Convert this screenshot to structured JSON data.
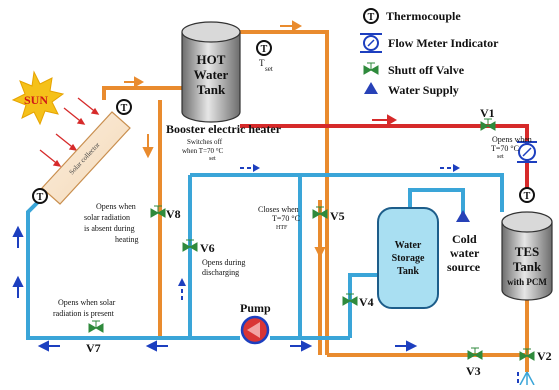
{
  "legend": {
    "thermocouple": "Thermocouple",
    "flow_meter": "Flow Meter Indicator",
    "shutoff_valve": "Shutt off Valve",
    "water_supply": "Water Supply",
    "thermocouple_symbol": "T"
  },
  "sun": {
    "label": "SUN"
  },
  "solar_collector": {
    "label": "Solar collector"
  },
  "hot_tank": {
    "line1": "HOT",
    "line2": "Water",
    "line3": "Tank",
    "t_set_main": "T",
    "t_set_sub": "set"
  },
  "booster": {
    "title": "Booster electric heater",
    "note1": "Switches off",
    "note2_pre": "when  T",
    "note2_post": "=70 °C",
    "note2_sub": "set"
  },
  "valves": {
    "v1": "V1",
    "v1_note1": "Opens when",
    "v1_note2_pre": "T",
    "v1_note2_post": "=70 °C",
    "v1_note2_sub": "set",
    "v2": "V2",
    "v3": "V3",
    "v4": "V4",
    "v5": "V5",
    "v5_note1": "Closes when",
    "v5_note2": "T",
    "v5_note2_post": "=70 °C",
    "v5_note2_sub": "HTF",
    "v6": "V6",
    "v6_note1": "Opens during",
    "v6_note2": "discharging",
    "v7": "V7",
    "v7_note1": "Opens when solar",
    "v7_note2": "radiation is present",
    "v8": "V8",
    "v8_note1": "Opens when",
    "v8_note2": "solar radiation",
    "v8_note3": "is absent during",
    "v8_note4": "heating"
  },
  "storage_tank": {
    "line1": "Water",
    "line2": "Storage",
    "line3": "Tank"
  },
  "cold_source": {
    "line1": "Cold",
    "line2": "water",
    "line3": "source"
  },
  "tes_tank": {
    "line1": "TES",
    "line2": "Tank",
    "line3": "with PCM"
  },
  "pump": {
    "label": "Pump"
  },
  "colors": {
    "hot_pipe": "#e98b2e",
    "cold_pipe": "#3aa5d8",
    "red_pipe": "#d62a2a",
    "blue_arrow": "#1d3fbf",
    "valve_green": "#2f8a3c",
    "storage_fill": "#a9dff2",
    "pump_red": "#d93535"
  }
}
